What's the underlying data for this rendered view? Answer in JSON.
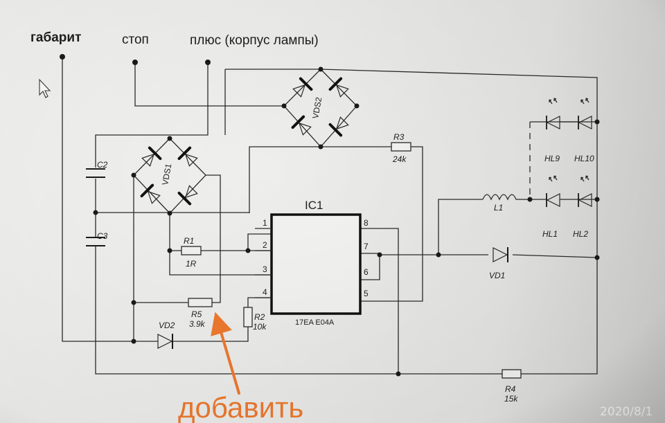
{
  "inputs": {
    "gabarit": "габарит",
    "stop": "стоп",
    "plus": "плюс (корпус лампы)"
  },
  "components": {
    "c2": "C2",
    "c3": "C3",
    "vds1": "VDS1",
    "vds2": "VDS2",
    "r1": "R1",
    "r1_value": "1R",
    "r2": "R2",
    "r2_value": "10k",
    "r3": "R3",
    "r3_value": "24k",
    "r4": "R4",
    "r4_value": "15k",
    "r5": "R5",
    "r5_value": "3.9k",
    "vd1": "VD1",
    "vd2": "VD2",
    "l1": "L1",
    "hl1": "HL1",
    "hl2": "HL2",
    "hl9": "HL9",
    "hl10": "HL10"
  },
  "ic": {
    "name": "IC1",
    "part": "17EA E04A",
    "pins": [
      "1",
      "2",
      "3",
      "4",
      "5",
      "6",
      "7",
      "8"
    ]
  },
  "annotation": {
    "text": "добавить",
    "color": "#f07a2e"
  },
  "timestamp": "2020/8/1"
}
